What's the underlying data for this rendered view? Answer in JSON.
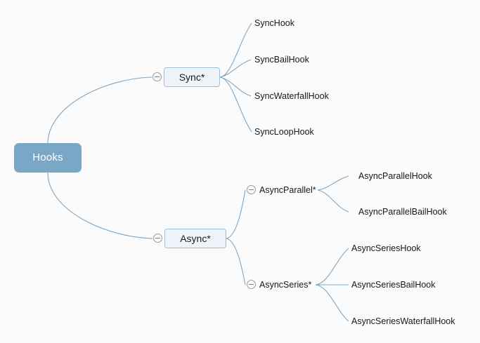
{
  "diagram": {
    "type": "mindmap",
    "background_color": "#fbfbfc",
    "edge_color": "#7ba7c7",
    "root": {
      "label": "Hooks",
      "fill_color": "#7ba7c7",
      "text_color": "#ffffff"
    },
    "branches": [
      {
        "label": "Sync*",
        "style": "boxed",
        "fill_color": "#eef4fa",
        "border_color": "#9dc0da",
        "toggle": "minus",
        "children": [
          {
            "label": "SyncHook"
          },
          {
            "label": "SyncBailHook"
          },
          {
            "label": "SyncWaterfallHook"
          },
          {
            "label": "SyncLoopHook"
          }
        ]
      },
      {
        "label": "Async*",
        "style": "boxed",
        "fill_color": "#eef4fa",
        "border_color": "#9dc0da",
        "toggle": "minus",
        "children": [
          {
            "label": "AsyncParallel*",
            "style": "text",
            "toggle": "minus",
            "children": [
              {
                "label": "AsyncParallelHook"
              },
              {
                "label": "AsyncParallelBailHook"
              }
            ]
          },
          {
            "label": "AsyncSeries*",
            "style": "text",
            "toggle": "minus",
            "children": [
              {
                "label": "AsyncSeriesHook"
              },
              {
                "label": "AsyncSeriesBailHook"
              },
              {
                "label": "AsyncSeriesWaterfallHook"
              }
            ]
          }
        ]
      }
    ]
  },
  "labels": {
    "root": "Hooks",
    "sync": "Sync*",
    "async": "Async*",
    "async_parallel": "AsyncParallel*",
    "async_series": "AsyncSeries*",
    "sync_hook": "SyncHook",
    "sync_bail_hook": "SyncBailHook",
    "sync_waterfall_hook": "SyncWaterfallHook",
    "sync_loop_hook": "SyncLoopHook",
    "async_parallel_hook": "AsyncParallelHook",
    "async_parallel_bail_hook": "AsyncParallelBailHook",
    "async_series_hook": "AsyncSeriesHook",
    "async_series_bail_hook": "AsyncSeriesBailHook",
    "async_series_waterfall_hook": "AsyncSeriesWaterfallHook"
  }
}
